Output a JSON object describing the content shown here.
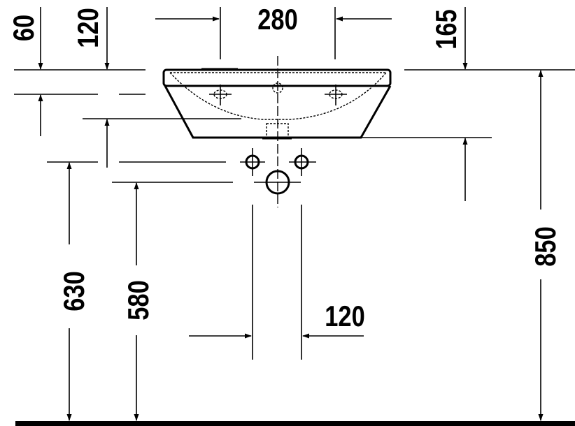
{
  "drawing": {
    "title": "Washbasin installation dimensions",
    "dimensions": {
      "tap_hole_spacing": "280",
      "overflow_depth": "60",
      "trap_offset_left": "120",
      "rim_to_wall": "165",
      "rim_height": "850",
      "supply_height": "630",
      "drain_height": "580",
      "supply_spacing": "120"
    },
    "colors": {
      "ink": "#000000",
      "background": "#ffffff"
    }
  }
}
